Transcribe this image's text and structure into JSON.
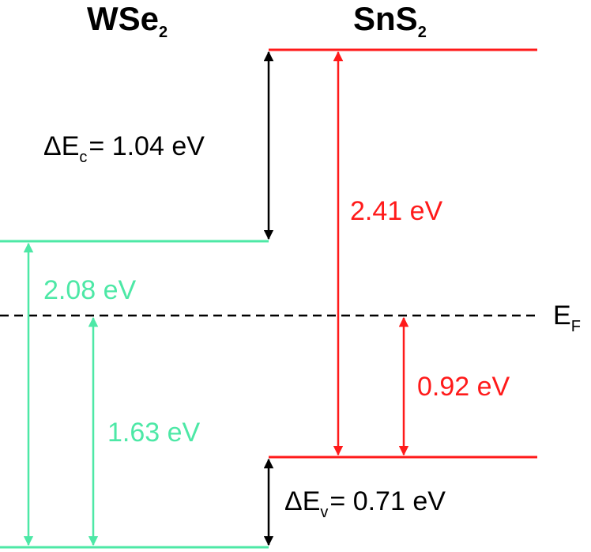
{
  "colors": {
    "wse2": "#4DE8A6",
    "sns2": "#FF1A1A",
    "offset": "#000000",
    "fermi": "#000000",
    "background": "#FFFFFF"
  },
  "materials": {
    "wse2": {
      "base": "WSe",
      "subscript": "2"
    },
    "sns2": {
      "base": "SnS",
      "subscript": "2"
    }
  },
  "fermi_level": {
    "base": "E",
    "subscript": "F"
  },
  "labels": {
    "delta_ec": {
      "prefix": "ΔE",
      "subscript": "c",
      "value": "= 1.04 eV"
    },
    "delta_ev": {
      "prefix": "ΔE",
      "subscript": "v",
      "value": "= 0.71 eV"
    },
    "sns2_gap": "2.41 eV",
    "wse2_gap": "2.08 eV",
    "wse2_to_ef": "1.63 eV",
    "sns2_to_ef": "0.92 eV"
  },
  "energies_ev": {
    "sns2_bandgap": 2.41,
    "wse2_bandgap": 2.08,
    "conduction_band_offset": 1.04,
    "valence_band_offset": 0.71,
    "wse2_vbm_to_fermi": 1.63,
    "sns2_vbm_to_fermi": 0.92
  }
}
